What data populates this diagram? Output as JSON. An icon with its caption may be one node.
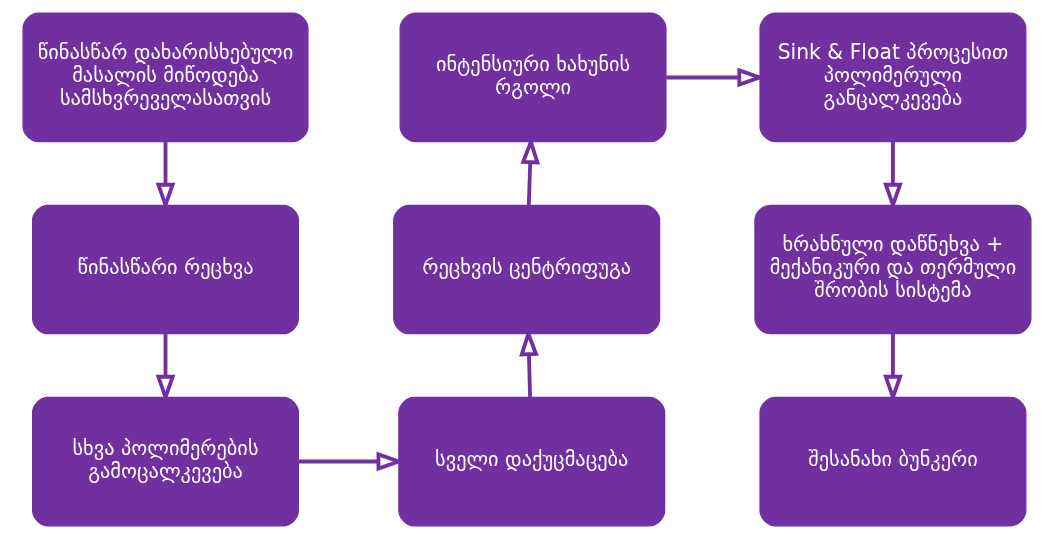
{
  "diagram": {
    "nodes": [
      {
        "text": [
          "წინასწარ დახარისხებული მასალის მიწოდება სამსხვრეველასათვის"
        ]
      },
      {
        "text": [
          "წინასწარი რეცხვა"
        ]
      },
      {
        "text": [
          "სხვა პოლიმერების გამოცალკევება"
        ]
      },
      {
        "text": [
          "სველი დაქუცმაცება"
        ]
      },
      {
        "text": [
          "რეცხვის ცენტრიფუგა"
        ]
      },
      {
        "text": [
          "ინტენსიური ხახუნის რგოლი"
        ]
      },
      {
        "text": [
          "Sink & Float პროცესით პოლიმერული განცალკევება"
        ]
      },
      {
        "text": [
          "ხრახნული დაწნეხვა + მექანიკური და თერმული შრობის სისტემა"
        ]
      },
      {
        "text": [
          "შესანახი ბუნკერი"
        ]
      }
    ],
    "edges": [
      {
        "from": 0,
        "to": 1,
        "arrow": "to"
      },
      {
        "from": 1,
        "to": 2,
        "arrow": "to"
      },
      {
        "from": 2,
        "to": 3,
        "arrow": "to"
      },
      {
        "from": 3,
        "to": 4,
        "arrow": "to"
      },
      {
        "from": 4,
        "to": 5,
        "arrow": "to"
      },
      {
        "from": 5,
        "to": 6,
        "arrow": "to"
      },
      {
        "from": 6,
        "to": 7,
        "arrow": "to"
      },
      {
        "from": 7,
        "to": 8,
        "arrow": "to"
      }
    ]
  }
}
